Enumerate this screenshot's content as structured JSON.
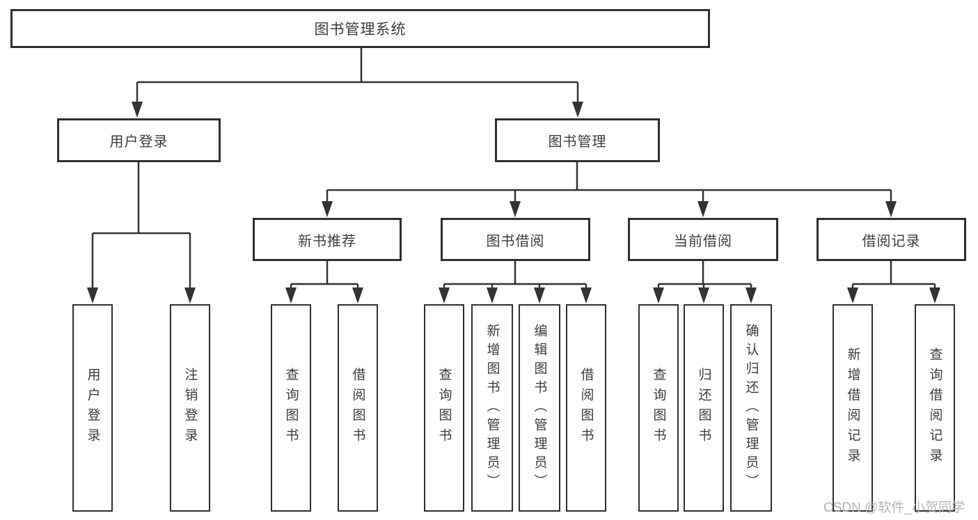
{
  "diagram": {
    "title": "图书管理系统",
    "tree": {
      "root": {
        "label": "图书管理系统"
      },
      "children": [
        {
          "label": "用户登录",
          "children": [
            {
              "label": "用户登录"
            },
            {
              "label": "注销登录"
            }
          ]
        },
        {
          "label": "图书管理",
          "children": [
            {
              "label": "新书推荐",
              "children": [
                {
                  "label": "查询图书"
                },
                {
                  "label": "借阅图书"
                }
              ]
            },
            {
              "label": "图书借阅",
              "children": [
                {
                  "label": "查询图书"
                },
                {
                  "label": "新增图书（管理员）"
                },
                {
                  "label": "编辑图书（管理员）"
                },
                {
                  "label": "借阅图书"
                }
              ]
            },
            {
              "label": "当前借阅",
              "children": [
                {
                  "label": "查询图书"
                },
                {
                  "label": "归还图书"
                },
                {
                  "label": "确认归还（管理员）"
                }
              ]
            },
            {
              "label": "借阅记录",
              "children": [
                {
                  "label": "新增借阅记录"
                },
                {
                  "label": "查询借阅记录"
                }
              ]
            }
          ]
        }
      ]
    },
    "watermark": "CSDN @软件_小贺同学",
    "colors": {
      "line": "#333333",
      "box_border": "#2f2f2f",
      "text": "#3d3d3d",
      "watermark": "#b5b5b5",
      "background": "#ffffff"
    }
  }
}
